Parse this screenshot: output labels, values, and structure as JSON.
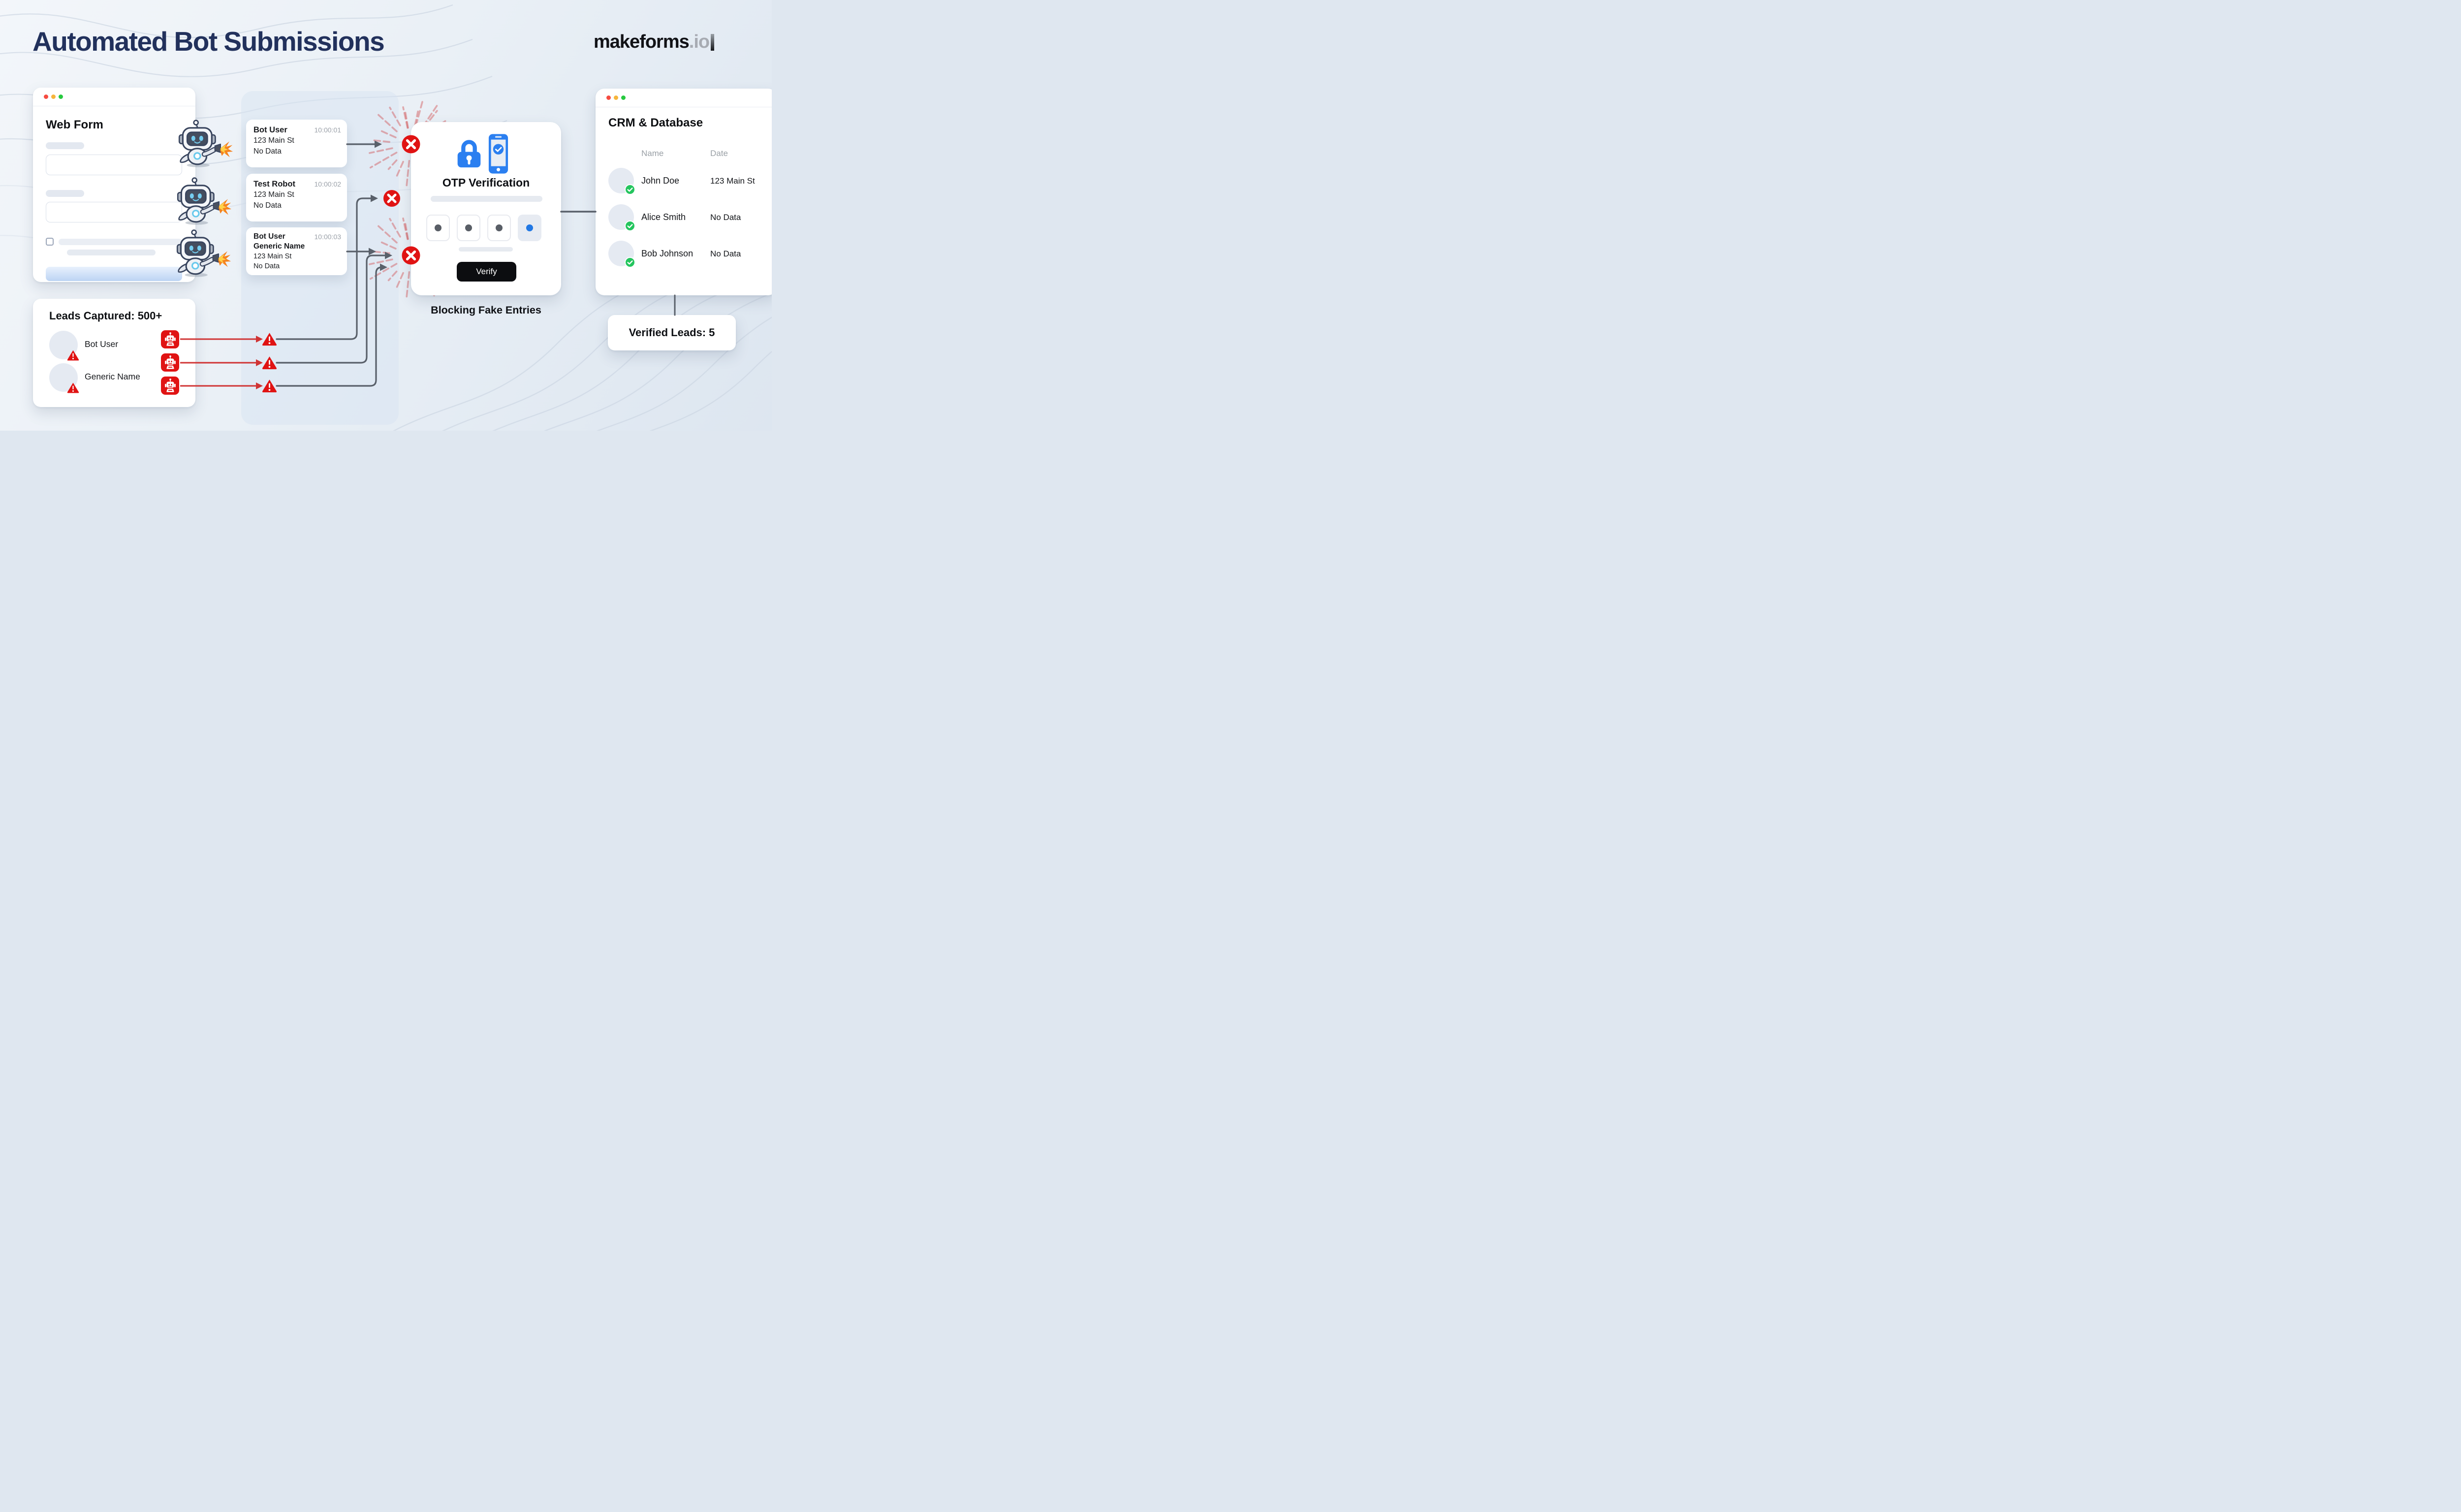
{
  "header": {
    "title": "Automated Bot Submissions",
    "logo": {
      "brand": "makeforms",
      "suffix": ".io"
    }
  },
  "web_form": {
    "window_title": "Web Form"
  },
  "bot_submissions": [
    {
      "name": "Bot User",
      "address": "123 Main St",
      "detail": "No Data",
      "time": "10:00:01"
    },
    {
      "name": "Test Robot",
      "address": "123 Main St",
      "detail": "No Data",
      "time": "10:00:02"
    },
    {
      "name": "Bot User",
      "name_line2": "Generic Name",
      "address": "123 Main St",
      "detail": "No Data",
      "time": "10:00:03"
    }
  ],
  "otp_card": {
    "title": "OTP Verification",
    "verify_button": "Verify",
    "filled_boxes": 4
  },
  "blocking_caption": "Blocking Fake Entries",
  "crm": {
    "window_title": "CRM & Database",
    "columns": {
      "name": "Name",
      "date": "Date"
    },
    "rows": [
      {
        "name": "John Doe",
        "date": "123 Main St"
      },
      {
        "name": "Alice Smith",
        "date": "No Data"
      },
      {
        "name": "Bob Johnson",
        "date": "No Data"
      }
    ]
  },
  "verified_leads": {
    "label": "Verified Leads: 5"
  },
  "leads_captured": {
    "title": "Leads Captured: 500+",
    "rows": [
      {
        "name": "Bot User"
      },
      {
        "name": "Generic Name"
      }
    ]
  },
  "icons": {
    "lock-icon": "padlock",
    "phone-check-icon": "smartphone with checkmark",
    "x-icon": "blocked entry",
    "warning-icon": "fake lead alert",
    "bot-icon": "robot",
    "check-icon": "verified",
    "traffic-lights": "window controls"
  },
  "colors": {
    "accent_blue": "#2b7ff0",
    "alert_red": "#e01313",
    "success_green": "#24c55e",
    "title_navy": "#22315c"
  }
}
